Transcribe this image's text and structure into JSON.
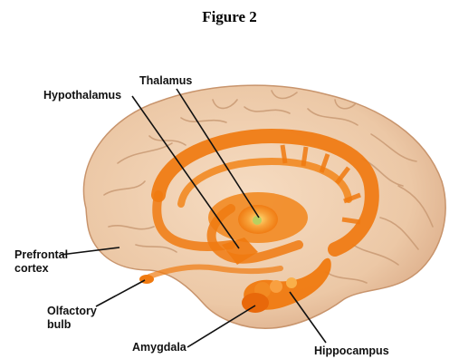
{
  "figure": {
    "title": "Figure 2"
  },
  "labels": {
    "hypothalamus": "Hypothalamus",
    "thalamus": "Thalamus",
    "prefrontal_line1": "Prefrontal",
    "prefrontal_line2": "cortex",
    "olfactory_line1": "Olfactory",
    "olfactory_line2": "bulb",
    "amygdala": "Amygdala",
    "hippocampus": "Hippocampus"
  },
  "colors": {
    "brain": "#f0cfb0",
    "brain_shadow": "#d9a884",
    "limbic": "#f07a10",
    "limbic_light": "#f9b04a"
  }
}
